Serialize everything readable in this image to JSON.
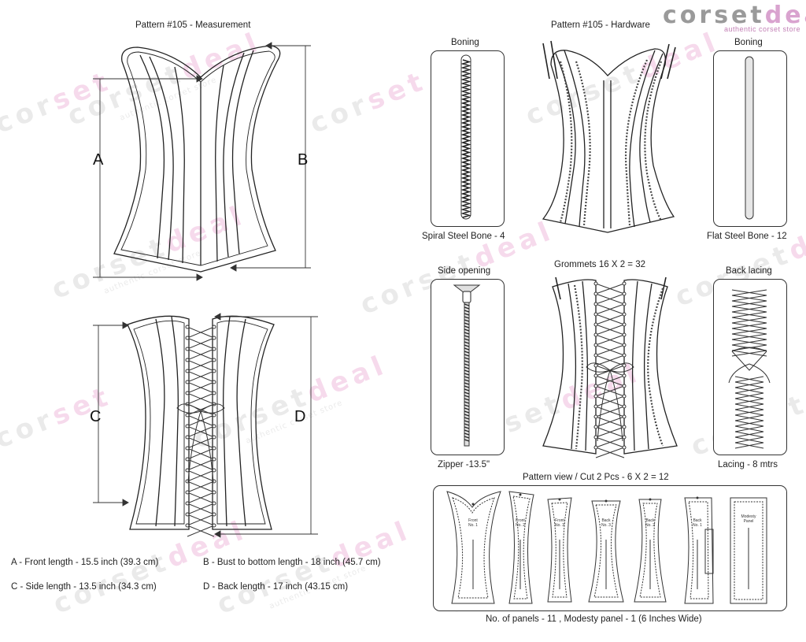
{
  "brand": {
    "name_a": "corset",
    "name_b": "deal",
    "tagline": "authentic corset store"
  },
  "titles": {
    "measurement": "Pattern #105 -  Measurement",
    "hardware": "Pattern #105 -  Hardware"
  },
  "dims": {
    "a": "A",
    "b": "B",
    "c": "C",
    "d": "D"
  },
  "legend": {
    "a": "A - Front length - 15.5 inch (39.3 cm)",
    "b": "B - Bust to bottom length - 18 inch (45.7 cm)",
    "c": "C - Side length - 13.5 inch (34.3 cm)",
    "d": "D - Back length - 17 inch (43.15 cm)"
  },
  "hardware": {
    "boning_left_title": "Boning",
    "boning_left_caption": "Spiral Steel Bone - 4",
    "boning_right_title": "Boning",
    "boning_right_caption": "Flat Steel Bone - 12",
    "side_title": "Side opening",
    "side_caption": "Zipper -13.5\"",
    "grommets_title": "Grommets 16 X 2 = 32",
    "lacing_title": "Back lacing",
    "lacing_caption": "Lacing - 8 mtrs"
  },
  "pattern": {
    "title": "Pattern view  /  Cut 2 Pcs - 6 X 2 = 12",
    "caption": "No. of panels - 11  , Modesty panel - 1 (6 Inches Wide)",
    "panels": [
      {
        "line1": "Front",
        "line2": "No. 1"
      },
      {
        "line1": "Front",
        "line2": "No. 2"
      },
      {
        "line1": "Front",
        "line2": "No. 3"
      },
      {
        "line1": "Back",
        "line2": "No. 3"
      },
      {
        "line1": "Back",
        "line2": "No. 2"
      },
      {
        "line1": "Back",
        "line2": "No. 1"
      },
      {
        "line1": "Modesty",
        "line2": "Panel"
      }
    ]
  }
}
